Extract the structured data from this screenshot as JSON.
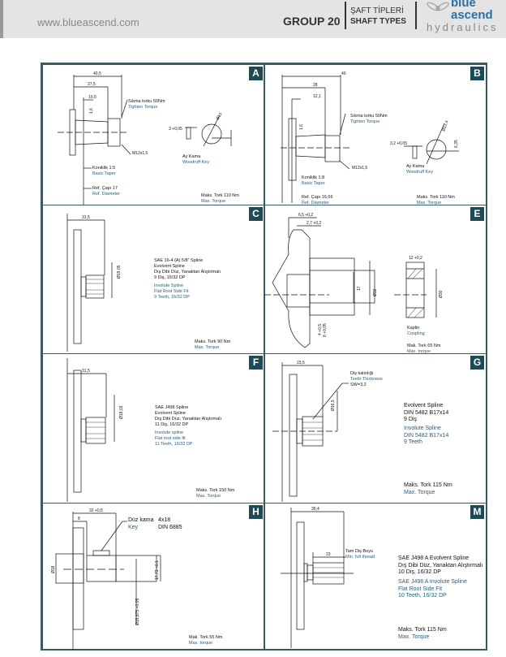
{
  "header": {
    "website": "www.blueascend.com",
    "group": "GROUP 20",
    "title_tr": "ŞAFT TİPLERİ",
    "title_en": "SHAFT TYPES",
    "logo": "blue ascend hydraulics",
    "logo_line1": "blue",
    "logo_line2": "ascend",
    "logo_line3": "hydraulics"
  },
  "colors": {
    "badge": "#1e4a55",
    "border": "#3a5a63",
    "blue_text": "#2a5f7a",
    "header_bg": "#e4e4e5"
  },
  "panels": {
    "A": {
      "label": "A",
      "dims": [
        "40,5",
        "27,5",
        "10,5",
        "Ø13",
        "1,6"
      ],
      "torque_tr": "Sıkma torku   50Nm",
      "torque_en": "Tighten Torque",
      "thread": "M12x1,5",
      "key_width": "3 +0,05",
      "key_tr": "Ay Kama",
      "key_en": "Woodruff Key",
      "taper_tr": "Koniklik  1:5",
      "taper_en": "Basic Taper",
      "ref_tr": "Ref. Çapı  17",
      "ref_en": "Ref. Diameter",
      "max_tr": "Maks. Tork 110 Nm",
      "max_en": "Max. Torque"
    },
    "B": {
      "label": "B",
      "dims": [
        "40",
        "28",
        "12,1",
        "Ø12,4",
        "1,6"
      ],
      "torque_tr": "Sıkma torku   50Nm",
      "torque_en": "Tighten Torque",
      "thread": "M12x1,5",
      "key_width": "3,2 +0,05",
      "key_h": "6,35",
      "key_tr": "Ay Kama",
      "key_en": "Woodruff Key",
      "taper_tr": "Koniklik  1:8",
      "taper_en": "Basic Taper",
      "ref_tr": "Ref. Çapı  16,66",
      "ref_en": "Ref. Diameter",
      "max_tr": "Maks. Tork 110 Nm",
      "max_en": "Max. Torque"
    },
    "C": {
      "label": "C",
      "dims": [
        "31,5",
        "Ø19,05"
      ],
      "l1": "SAE 16-4 (A) 5/8\" Spline",
      "l2": "Evolvent Spline",
      "l3": "Dış Dibi Düz, Yanaktan Alıştırmalı",
      "l4": "9 Diş, 16/32 DP",
      "e1": "Involute Spline",
      "e2": "Flat Root Side Fit",
      "e3": "9 Teeth, 16/32 DP",
      "max_tr": "Maks. Tork 90 Nm",
      "max_en": "Max. Torque"
    },
    "E": {
      "label": "E",
      "dims": [
        "6,5 +0,2",
        "2,7 +0,2",
        "17",
        "Ø32",
        "4 +0,5",
        "8 +0,05",
        "12 +0,2",
        "Ø30"
      ],
      "c_tr": "Kaplin",
      "c_en": "Coupling",
      "max_tr": "Mak. Tork 65 Nm",
      "max_en": "Max. torque"
    },
    "F": {
      "label": "F",
      "dims": [
        "31,5",
        "Ø18,03"
      ],
      "l1": "SAE J498 Spline",
      "l2": "Evolvent Spline",
      "l3": "Dış Dibi Düz, Yanaktan Alıştırmalı",
      "l4": "11 Diş, 16/32 DP",
      "e1": "Involute spline",
      "e2": "Flat root side fit",
      "e3": "11 Teeth, 16/32 DP",
      "max_tr": "Maks. Tork 150 Nm",
      "max_en": "Max. Torque"
    },
    "G": {
      "label": "G",
      "dims": [
        "23,5",
        "Ø16,5"
      ],
      "tt_tr": "Diş kalınlığı",
      "tt_en": "Teeth Thickness",
      "tt_val": "SW=3,2",
      "l1": "Evolvent Spline",
      "l2": "DIN 5482 B17x14",
      "l3": "9 Diş",
      "e1": "Involute Spline",
      "e2": "DIN 5482 B17x14",
      "e3": "9 Teeth",
      "max_tr": "Maks. Tork 115 Nm",
      "max_en": "Max. Torque"
    },
    "H": {
      "label": "H",
      "dims": [
        "32 +0,5",
        "8",
        "Ø18",
        "17,73 +0,1",
        "Ø15,875 +0,05"
      ],
      "key_tr": "Düz kama",
      "key_en": "Key",
      "key_size": "4x18",
      "key_std": "DIN 6885",
      "max_tr": "Mak. Tork 55 Nm",
      "max_en": "Max. torque"
    },
    "M": {
      "label": "M",
      "dims": [
        "35,4",
        "23"
      ],
      "th_tr": "Tam Diş Boyu",
      "th_en": "Min. full thread",
      "l1": "SAE J498 A Evolvent Spline",
      "l2": "Dış Dibi Düz, Yanaktan Alıştırmalı",
      "l3": "10 Diş, 16/32 DP",
      "e1": "SAE J498 A Involute Spline",
      "e2": "Flat Root Side Fit",
      "e3": "10 Teeth, 16/32 DP",
      "max_tr": "Maks. Tork 115 Nm",
      "max_en": "Max. Torque"
    }
  }
}
